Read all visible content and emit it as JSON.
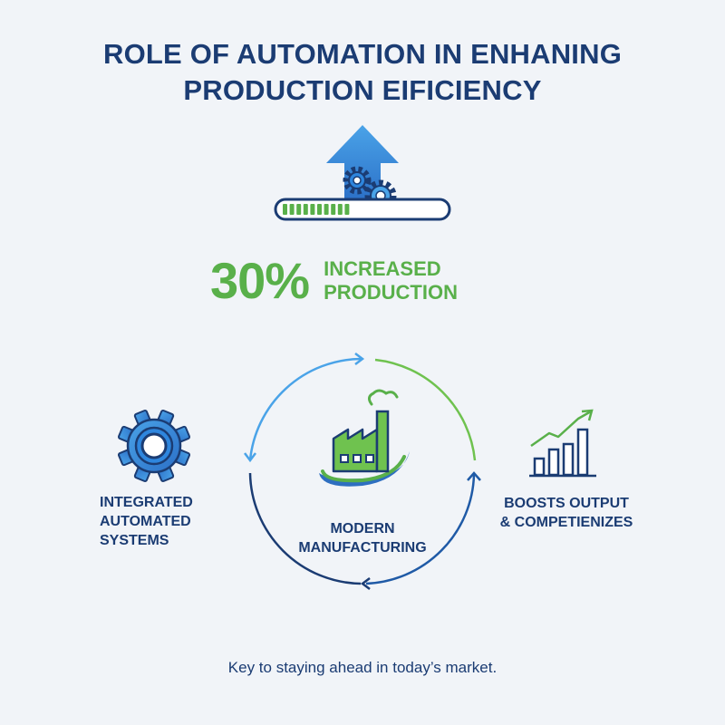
{
  "title": {
    "line1": "ROLE OF AUTOMATION IN ENHANING",
    "line2": "PRODUCTION EIFICIENCY"
  },
  "stat": {
    "value": "30%",
    "label_line1": "INCREASED",
    "label_line2": "PRODUCTION"
  },
  "progress": {
    "filled_segments": 10,
    "total_segments": 22
  },
  "cycle": {
    "center_label_line1": "MODERN",
    "center_label_line2": "MANUFACTURING"
  },
  "left_item": {
    "icon": "gear-icon",
    "label_line1": "INTEGRATED",
    "label_line2": "AUTOMATED",
    "label_line3": "SYSTEMS"
  },
  "right_item": {
    "icon": "bar-chart-icon",
    "label_line1": "BOOSTS OUTPUT",
    "label_line2": "& COMPETIENIZES"
  },
  "footer": "Key to staying ahead in today’s market.",
  "colors": {
    "navy": "#1b3c73",
    "blue": "#2e86de",
    "light_blue": "#4aa3e8",
    "green": "#59b04a",
    "background": "#f1f4f8"
  }
}
